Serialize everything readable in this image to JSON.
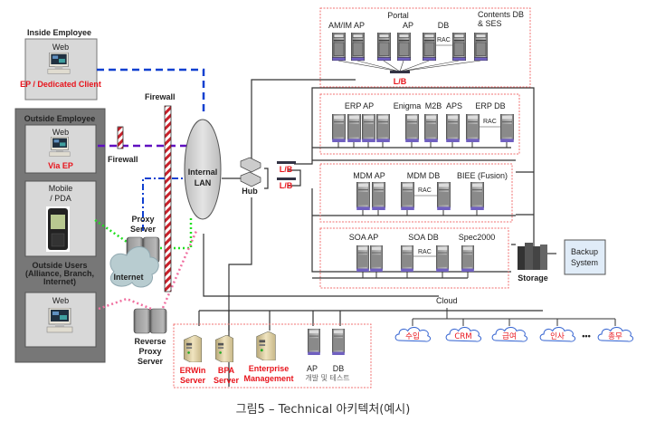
{
  "caption": "그림5 – Technical 아키텍처(예시)",
  "colors": {
    "red_label": "#e8141c",
    "zone_border": "#f07070",
    "blue_dash": "#1040d0",
    "purple_dash": "#6010c0",
    "green_dot": "#20e020",
    "pink_dot": "#f070a0",
    "panel_dark": "#777777",
    "panel_light": "#d8d8d8"
  },
  "left": {
    "inside_employee": {
      "title": "Inside Employee",
      "device": "Web",
      "label": "EP / Dedicated Client"
    },
    "outside_employee": {
      "title": "Outside Employee",
      "web": {
        "device": "Web",
        "label": "Via EP"
      },
      "mobile": {
        "device": "Mobile / PDA",
        "line1": "Mobile",
        "line2": "/ PDA"
      }
    },
    "outside_users": {
      "title1": "Outside Users",
      "title2": "(Alliance, Branch,",
      "title3": "Internet)",
      "device": "Web"
    }
  },
  "network": {
    "firewall_main": "Firewall",
    "firewall_small": "Firewall",
    "internal_lan1": "Internal",
    "internal_lan2": "LAN",
    "hub": "Hub",
    "lb": "L/B",
    "proxy1": "Proxy",
    "proxy2": "Server",
    "internet": "Internet",
    "reverse1": "Reverse",
    "reverse2": "Proxy",
    "reverse3": "Server",
    "storage": "Storage",
    "backup1": "Backup",
    "backup2": "System",
    "cloud": "Cloud"
  },
  "zones": {
    "portal": {
      "title": "Portal",
      "groups": [
        "AM/IM AP",
        "AP",
        "DB",
        "Contents DB",
        "& SES"
      ],
      "rac": "RAC",
      "lb": "L/B"
    },
    "erp": {
      "groups": [
        "ERP AP",
        "Enigma",
        "M2B",
        "APS",
        "ERP DB"
      ],
      "rac": "RAC"
    },
    "mdm": {
      "groups": [
        "MDM AP",
        "MDM DB",
        "BIEE (Fusion)"
      ],
      "rac": "RAC"
    },
    "soa": {
      "groups": [
        "SOA AP",
        "SOA DB",
        "Spec2000"
      ],
      "rac": "RAC"
    },
    "dev": {
      "erwin1": "ERWin",
      "erwin2": "Server",
      "bpa1": "BPA",
      "bpa2": "Server",
      "em1": "Enterprise",
      "em2": "Management",
      "ap": "AP",
      "db": "DB",
      "devtest": "개발 및 테스트"
    }
  },
  "clouds": [
    "수입",
    "CRM",
    "급여",
    "인사",
    "총무"
  ],
  "cloud_ellipsis": "•••"
}
